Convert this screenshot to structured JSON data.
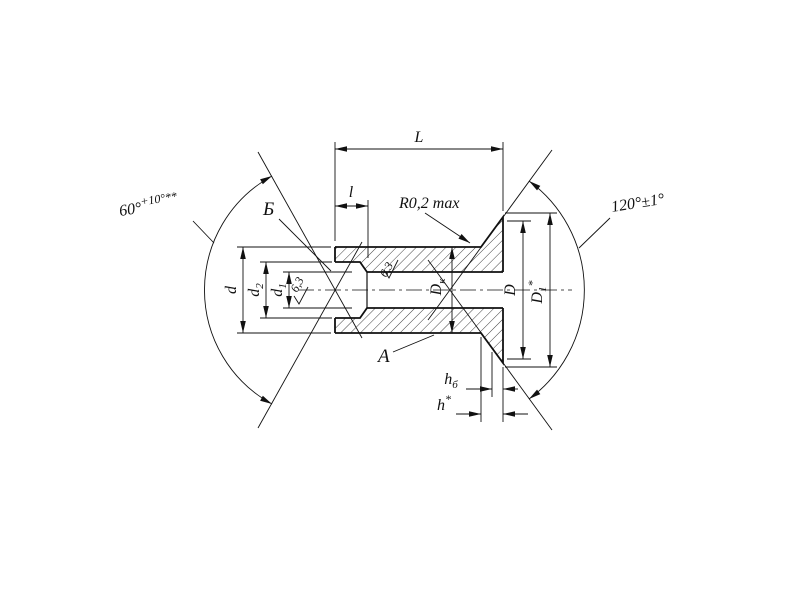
{
  "drawing": {
    "background_color": "#ffffff",
    "ink_color": "#111111",
    "labels": {
      "angle_left_base": "60°",
      "angle_left_sup": "+10°**",
      "angle_right": "120°±1°",
      "length_L": "L",
      "depth_l": "l",
      "view_B": "Б",
      "view_A": "А",
      "radius_note": "R0,2 max",
      "dia_d": "d",
      "dia_d2_base": "d",
      "dia_d2_sub": "2",
      "dia_d1_base": "d",
      "dia_d1_sub": "1",
      "rough_top": "6,3",
      "rough_left": "6,3",
      "dia_Dk_base": "D",
      "dia_Dk_sub": "к",
      "dia_D": "D",
      "dia_D1_base": "D",
      "dia_D1_sub": "1",
      "dia_D1_sup": "*",
      "height_hb_base": "h",
      "height_hb_sub": "б",
      "height_h_base": "h",
      "height_h_sup": "*"
    }
  }
}
